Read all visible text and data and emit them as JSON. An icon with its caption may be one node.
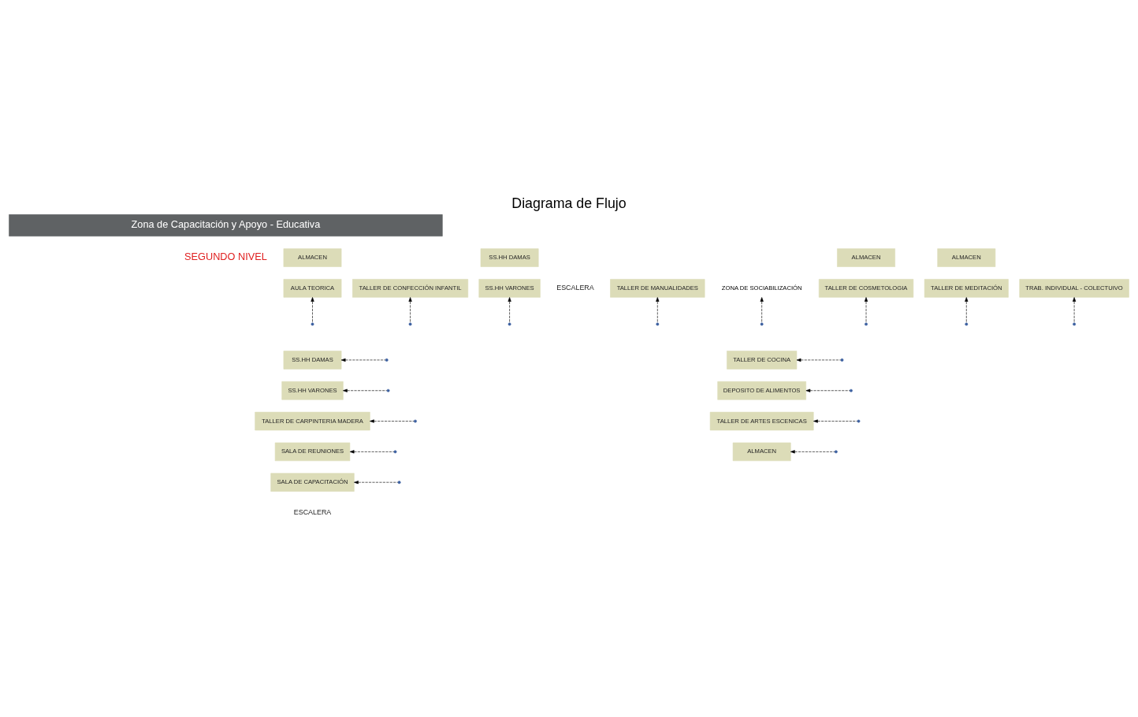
{
  "diagram": {
    "title": "Diagrama de Flujo",
    "nodes": [
      {
        "text": [
          "Zona de Capacitación y Apoyo - Educativa"
        ]
      },
      {
        "text": [
          "ALMACEN"
        ]
      },
      {
        "text": [
          "AULA TEORICA"
        ]
      },
      {
        "text": [
          "TALLER DE CONFECCIÓN INFANTIL"
        ]
      },
      {
        "text": [
          "SS.HH DAMAS"
        ]
      },
      {
        "text": [
          "SS.HH VARONES"
        ]
      },
      {
        "text": [
          "TALLER DE MANUALIDADES"
        ]
      },
      {
        "text": [
          "ZONA DE SOCIABILIZACIÓN"
        ]
      },
      {
        "text": [
          "ALMACEN"
        ]
      },
      {
        "text": [
          "ALMACEN"
        ]
      },
      {
        "text": [
          "TALLER DE COSMETOLOGIA"
        ]
      },
      {
        "text": [
          "TALLER DE MEDITACIÓN"
        ]
      },
      {
        "text": [
          "TRAB. INDIVIDUAL - COLECTUIVO"
        ]
      },
      {
        "text": [
          "SS.HH DAMAS"
        ]
      },
      {
        "text": [
          "TALLER DE COCINA"
        ]
      },
      {
        "text": [
          "SS.HH VARONES"
        ]
      },
      {
        "text": [
          "DEPOSITO DE ALIMENTOS"
        ]
      },
      {
        "text": [
          "TALLER DE CARPINTERIA MADERA"
        ]
      },
      {
        "text": [
          "TALLER DE ARTES ESCENICAS"
        ]
      },
      {
        "text": [
          "SALA DE REUNIONES"
        ]
      },
      {
        "text": [
          "ALMACEN"
        ]
      },
      {
        "text": [
          "SALA DE CAPACITACIÓN"
        ]
      }
    ],
    "edges": [
      {
        "from": null,
        "to": 2,
        "arrow": "to",
        "style": "dashed"
      },
      {
        "from": null,
        "to": 3,
        "arrow": "to",
        "style": "dashed"
      },
      {
        "from": null,
        "to": 5,
        "arrow": "to",
        "style": "dashed"
      },
      {
        "from": null,
        "to": 6,
        "arrow": "to",
        "style": "dashed"
      },
      {
        "from": null,
        "to": 7,
        "arrow": "to",
        "style": "dashed"
      },
      {
        "from": null,
        "to": 10,
        "arrow": "to",
        "style": "dashed"
      },
      {
        "from": null,
        "to": 11,
        "arrow": "to",
        "style": "dashed"
      },
      {
        "from": null,
        "to": 12,
        "arrow": "to",
        "style": "dashed"
      },
      {
        "from": null,
        "to": 13,
        "arrow": "to",
        "style": "dashed"
      },
      {
        "from": null,
        "to": 15,
        "arrow": "to",
        "style": "dashed"
      },
      {
        "from": null,
        "to": 17,
        "arrow": "to",
        "style": "dashed"
      },
      {
        "from": null,
        "to": 19,
        "arrow": "to",
        "style": "dashed"
      },
      {
        "from": null,
        "to": 21,
        "arrow": "to",
        "style": "dashed"
      },
      {
        "from": null,
        "to": 14,
        "arrow": "to",
        "style": "dashed"
      },
      {
        "from": null,
        "to": 16,
        "arrow": "to",
        "style": "dashed"
      },
      {
        "from": null,
        "to": 18,
        "arrow": "to",
        "style": "dashed"
      },
      {
        "from": null,
        "to": 20,
        "arrow": "to",
        "style": "dashed"
      }
    ],
    "labels": [
      "SEGUNDO NIVEL",
      "ESCALERA",
      "ESCALERA"
    ]
  }
}
